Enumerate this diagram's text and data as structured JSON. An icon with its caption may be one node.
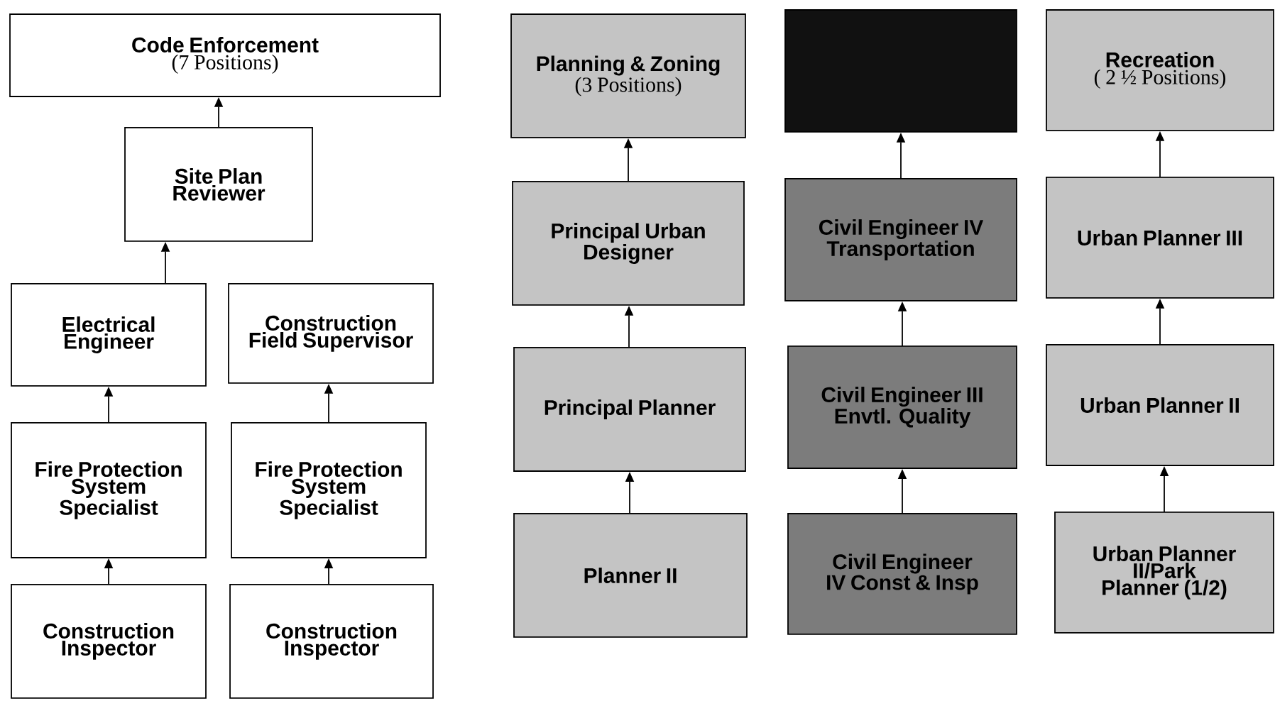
{
  "diagram": {
    "nodes": [
      {
        "text": [
          "Code Enforcement",
          "(7 Positions)"
        ]
      },
      {
        "text": [
          "Site Plan Reviewer"
        ]
      },
      {
        "text": [
          "Electrical Engineer"
        ]
      },
      {
        "text": [
          "Construction Field Supervisor"
        ]
      },
      {
        "text": [
          "Fire Protection System Specialist"
        ]
      },
      {
        "text": [
          "Fire Protection System Specialist"
        ]
      },
      {
        "text": [
          "Construction Inspector"
        ]
      },
      {
        "text": [
          "Construction Inspector"
        ]
      },
      {
        "text": [
          "Planning & Zoning",
          "(3 Positions)"
        ]
      },
      {
        "text": [
          "Principal Urban Designer"
        ]
      },
      {
        "text": [
          "Principal Planner"
        ]
      },
      {
        "text": [
          "Planner II"
        ]
      },
      {
        "text": [],
        "shape": "box"
      },
      {
        "text": [
          "Civil Engineer IV Transportation"
        ]
      },
      {
        "text": [
          "Civil Engineer III Envtl. Quality"
        ]
      },
      {
        "text": [
          "Civil Engineer IV Const & Insp"
        ]
      },
      {
        "text": [
          "Recreation",
          "( 2 ½ Positions)"
        ]
      },
      {
        "text": [
          "Urban Planner III"
        ]
      },
      {
        "text": [
          "Urban Planner II"
        ]
      },
      {
        "text": [
          "Urban Planner II/Park Planner (1/2)"
        ]
      }
    ],
    "edges": [
      {
        "from": 1,
        "to": 0,
        "arrow": "to"
      },
      {
        "from": 2,
        "to": 1,
        "arrow": "to"
      },
      {
        "from": 4,
        "to": 2,
        "arrow": "to"
      },
      {
        "from": 5,
        "to": 3,
        "arrow": "to"
      },
      {
        "from": 6,
        "to": 4,
        "arrow": "to"
      },
      {
        "from": 7,
        "to": 5,
        "arrow": "to"
      },
      {
        "from": 9,
        "to": 8,
        "arrow": "to"
      },
      {
        "from": 10,
        "to": 9,
        "arrow": "to"
      },
      {
        "from": 11,
        "to": 10,
        "arrow": "to"
      },
      {
        "from": 13,
        "to": 12,
        "arrow": "to"
      },
      {
        "from": 14,
        "to": 13,
        "arrow": "to"
      },
      {
        "from": 15,
        "to": 14,
        "arrow": "to"
      },
      {
        "from": 17,
        "to": 16,
        "arrow": "to"
      },
      {
        "from": 18,
        "to": 17,
        "arrow": "to"
      },
      {
        "from": 19,
        "to": 18,
        "arrow": "to"
      }
    ]
  }
}
